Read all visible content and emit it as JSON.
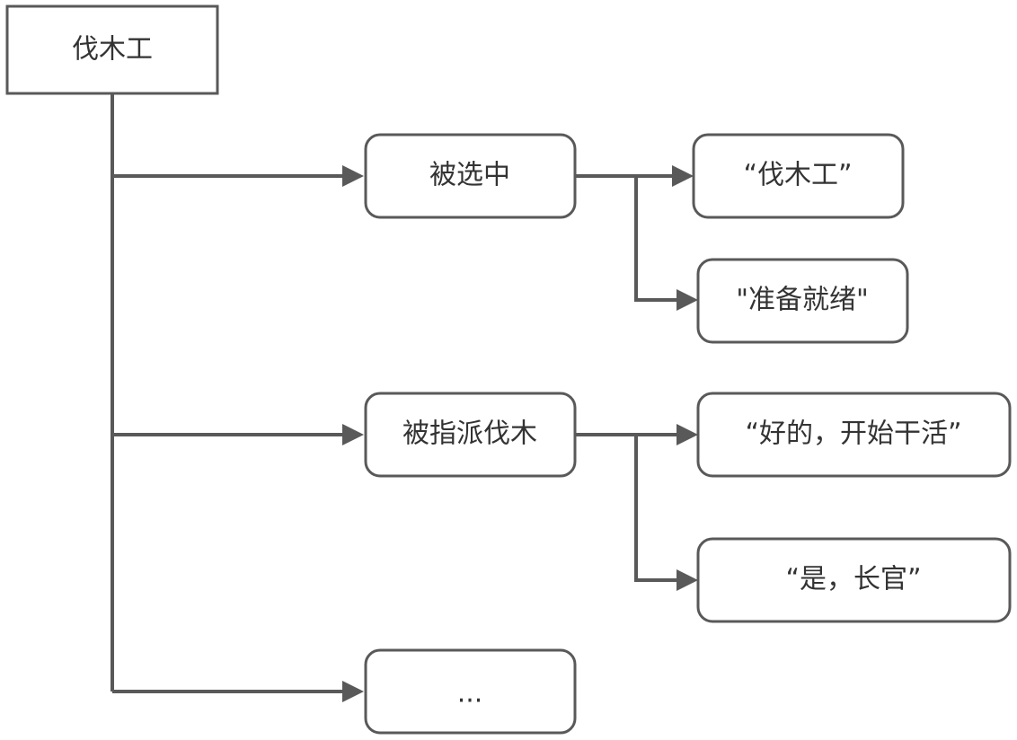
{
  "diagram": {
    "root": "伐木工",
    "branches": [
      {
        "label": "被选中",
        "responses": [
          "“伐木工”",
          "\"准备就绪\""
        ]
      },
      {
        "label": "被指派伐木",
        "responses": [
          "“好的，开始干活”",
          "“是，长官”"
        ]
      },
      {
        "label": "...",
        "responses": []
      }
    ]
  },
  "colors": {
    "stroke": "#595959",
    "text": "#333333",
    "fill": "#ffffff"
  }
}
